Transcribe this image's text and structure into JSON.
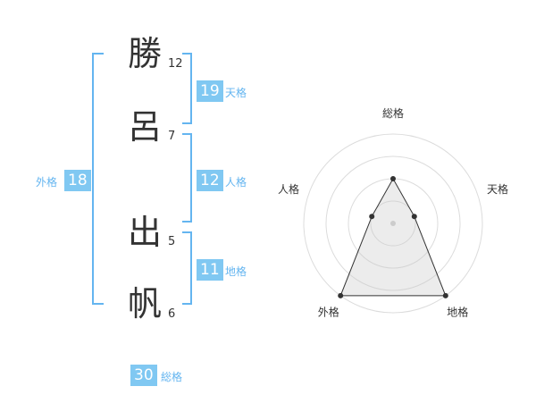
{
  "name_chars": [
    {
      "char": "勝",
      "strokes": "12"
    },
    {
      "char": "呂",
      "strokes": "7"
    },
    {
      "char": "出",
      "strokes": "5"
    },
    {
      "char": "帆",
      "strokes": "6"
    }
  ],
  "kakusu": {
    "tenkaku": {
      "value": "19",
      "label": "天格"
    },
    "jinkaku": {
      "value": "12",
      "label": "人格"
    },
    "chikaku": {
      "value": "11",
      "label": "地格"
    },
    "gaikaku": {
      "value": "18",
      "label": "外格"
    },
    "soukaku": {
      "value": "30",
      "label": "総格"
    }
  },
  "colors": {
    "accent": "#80c8f2",
    "bracket": "#64b5f0",
    "text": "#333333"
  },
  "chart_data": {
    "type": "radar",
    "axes": [
      "総格",
      "天格",
      "地格",
      "外格",
      "人格"
    ],
    "levels": 4,
    "radial_range": [
      0,
      4
    ],
    "series": [
      {
        "values": [
          2,
          1,
          4,
          4,
          1
        ]
      }
    ]
  }
}
